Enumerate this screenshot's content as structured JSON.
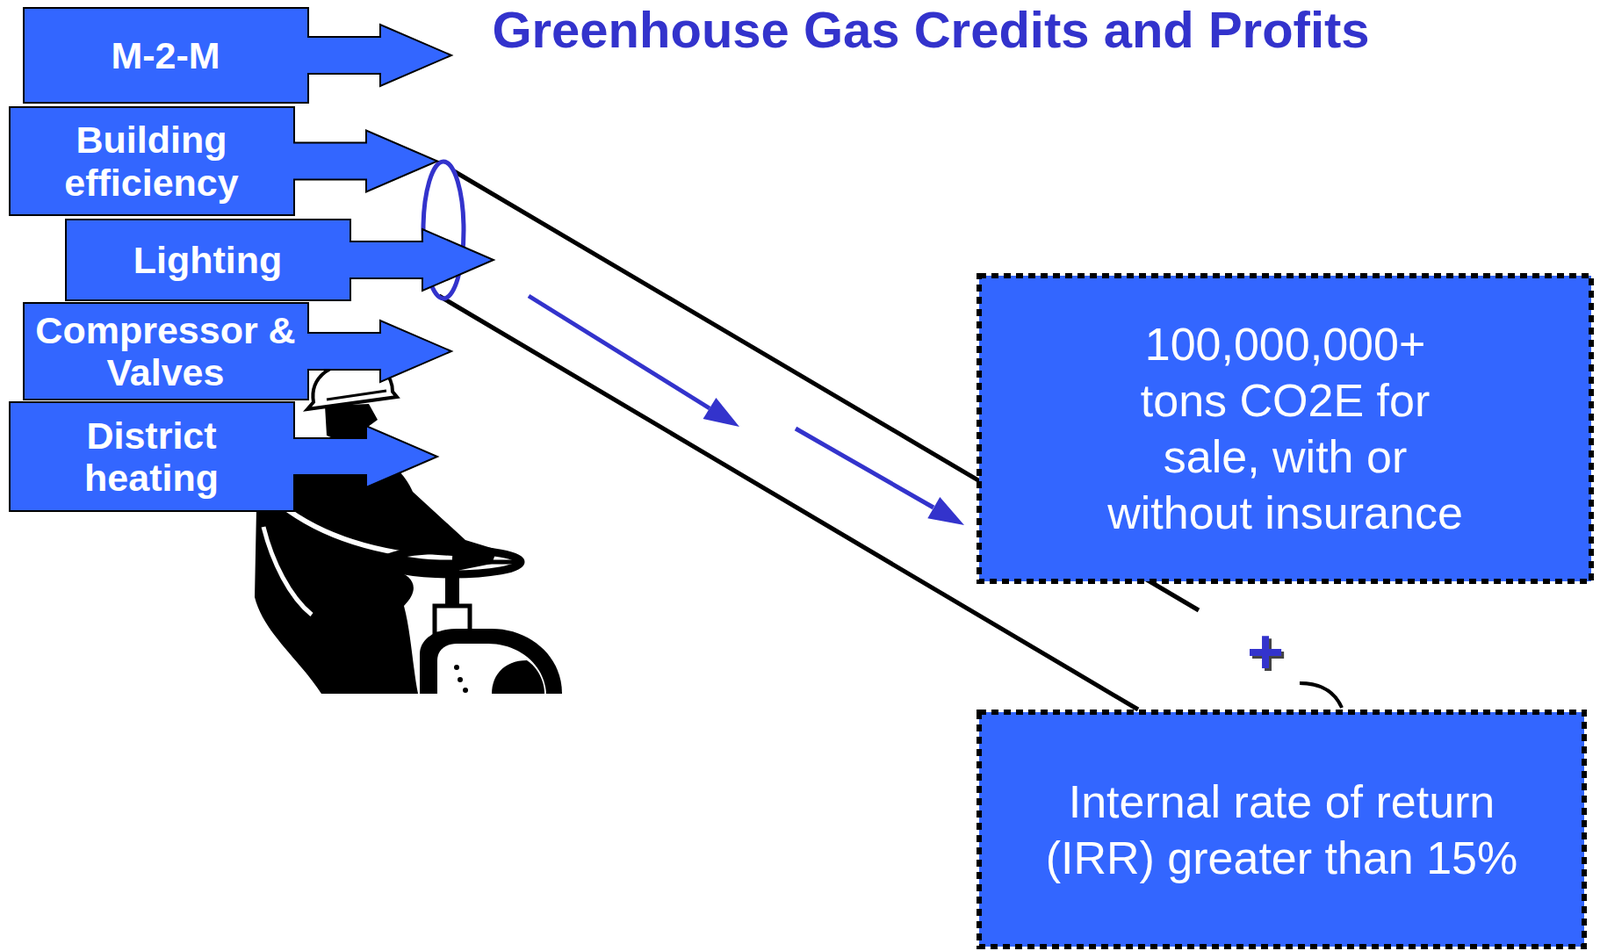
{
  "diagram": {
    "title": "Greenhouse Gas Credits and Profits",
    "nodes": [
      {
        "text": [
          "M-2-M"
        ]
      },
      {
        "text": [
          "Building efficiency"
        ]
      },
      {
        "text": [
          "Lighting"
        ]
      },
      {
        "text": [
          "Compressor & Valves"
        ]
      },
      {
        "text": [
          "District heating"
        ]
      },
      {
        "text": [
          "100,000,000+ tons CO2E for sale, with or without insurance"
        ]
      },
      {
        "text": [
          "Internal rate of return (IRR) greater than 15%"
        ]
      }
    ],
    "labels": [
      "+"
    ]
  }
}
